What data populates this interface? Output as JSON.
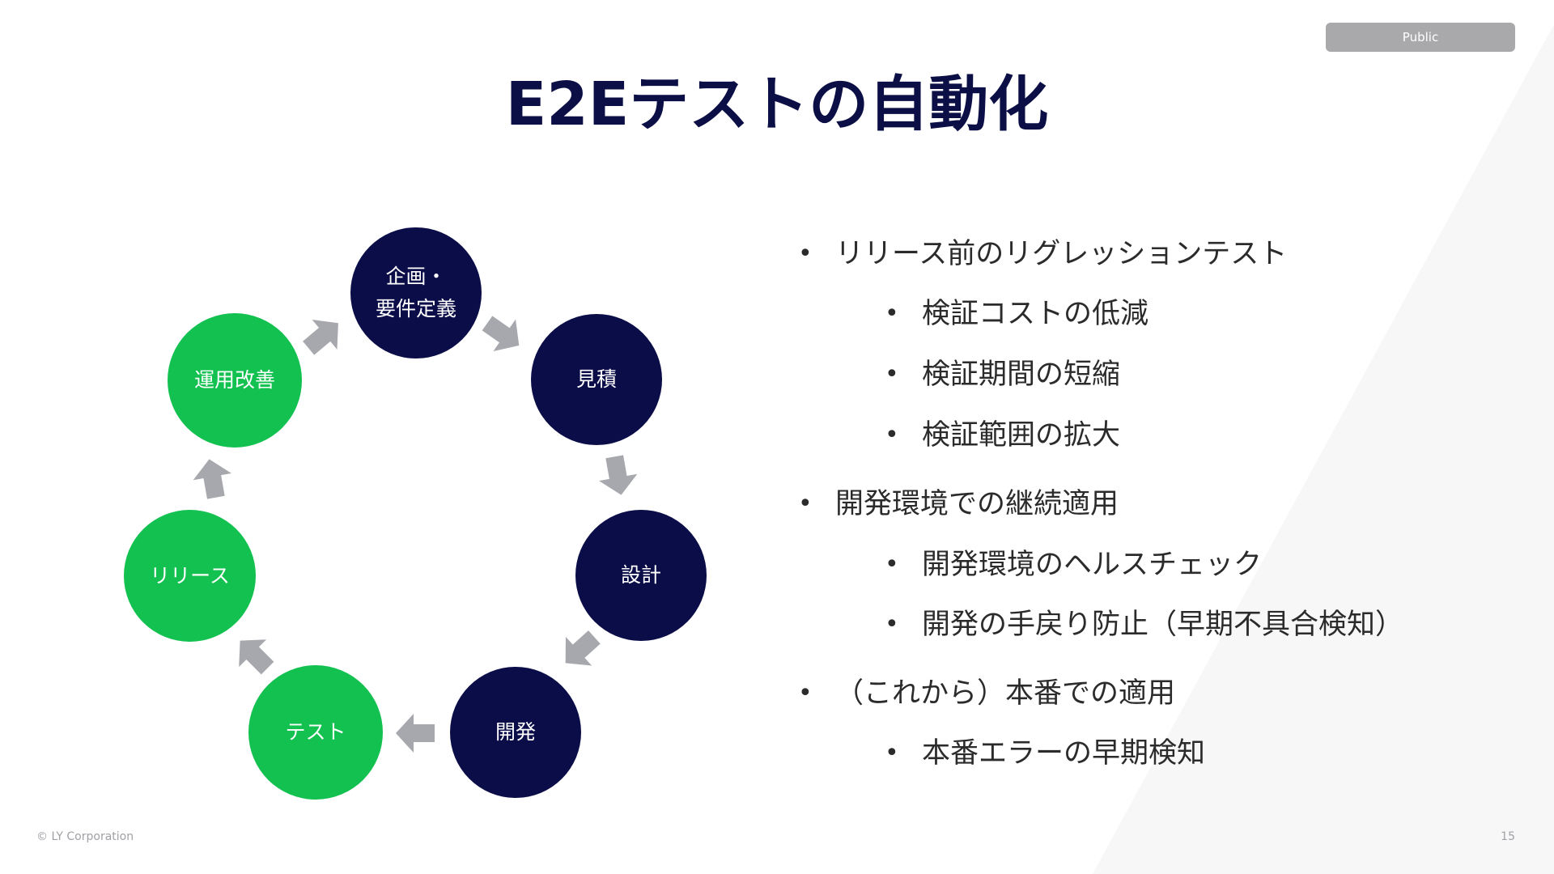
{
  "badge": "Public",
  "title": "E2Eテストの自動化",
  "cycle": {
    "nodes": [
      {
        "label_line1": "企画・",
        "label_line2": "要件定義",
        "color": "#0b0d48"
      },
      {
        "label": "見積",
        "color": "#0b0d48"
      },
      {
        "label": "設計",
        "color": "#0b0d48"
      },
      {
        "label": "開発",
        "color": "#0b0d48"
      },
      {
        "label": "テスト",
        "color": "#12c14f"
      },
      {
        "label": "リリース",
        "color": "#12c14f"
      },
      {
        "label": "運用改善",
        "color": "#12c14f"
      }
    ],
    "arrow_color": "#a6a8ad"
  },
  "bullets": [
    {
      "text": "リリース前のリグレッションテスト",
      "level": 1
    },
    {
      "text": "検証コストの低減",
      "level": 2
    },
    {
      "text": "検証期間の短縮",
      "level": 2
    },
    {
      "text": "検証範囲の拡大",
      "level": 2
    },
    {
      "text": "開発環境での継続適用",
      "level": 1
    },
    {
      "text": "開発環境のヘルスチェック",
      "level": 2
    },
    {
      "text": "開発の手戻り防止（早期不具合検知）",
      "level": 2
    },
    {
      "text": "（これから）本番での適用",
      "level": 1
    },
    {
      "text": "本番エラーの早期検知",
      "level": 2
    }
  ],
  "bullet_symbol": "•",
  "footer": {
    "copyright": "© LY Corporation",
    "page_number": "15"
  },
  "colors": {
    "title": "#0b0f45",
    "dark_node": "#0b0d48",
    "green_node": "#12c14f",
    "badge": "#a9a9ab"
  }
}
